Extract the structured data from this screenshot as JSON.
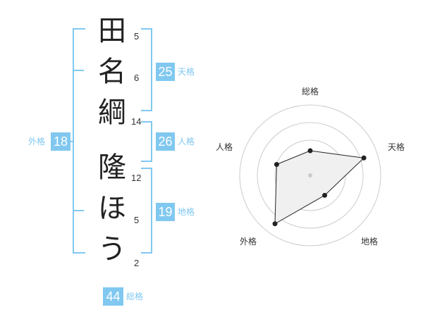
{
  "name_chars": [
    {
      "char": "田",
      "strokes": "5"
    },
    {
      "char": "名",
      "strokes": "6"
    },
    {
      "char": "綱",
      "strokes": "14"
    },
    {
      "char": "隆",
      "strokes": "12"
    },
    {
      "char": "ほ",
      "strokes": "5"
    },
    {
      "char": "う",
      "strokes": "2"
    }
  ],
  "scores": {
    "tenkaku": {
      "value": "25",
      "label": "天格"
    },
    "jinkaku": {
      "value": "26",
      "label": "人格"
    },
    "chikaku": {
      "value": "19",
      "label": "地格"
    },
    "gaikaku": {
      "value": "18",
      "label": "外格"
    },
    "soukaku": {
      "value": "44",
      "label": "総格"
    }
  },
  "colors": {
    "accent": "#80c8f0",
    "text": "#222222",
    "grid": "#cccccc"
  },
  "chart_data": {
    "type": "radar",
    "axes": [
      "総格",
      "天格",
      "地格",
      "外格",
      "人格"
    ],
    "values": [
      0.35,
      0.8,
      0.35,
      0.85,
      0.5
    ],
    "rings": 4
  }
}
